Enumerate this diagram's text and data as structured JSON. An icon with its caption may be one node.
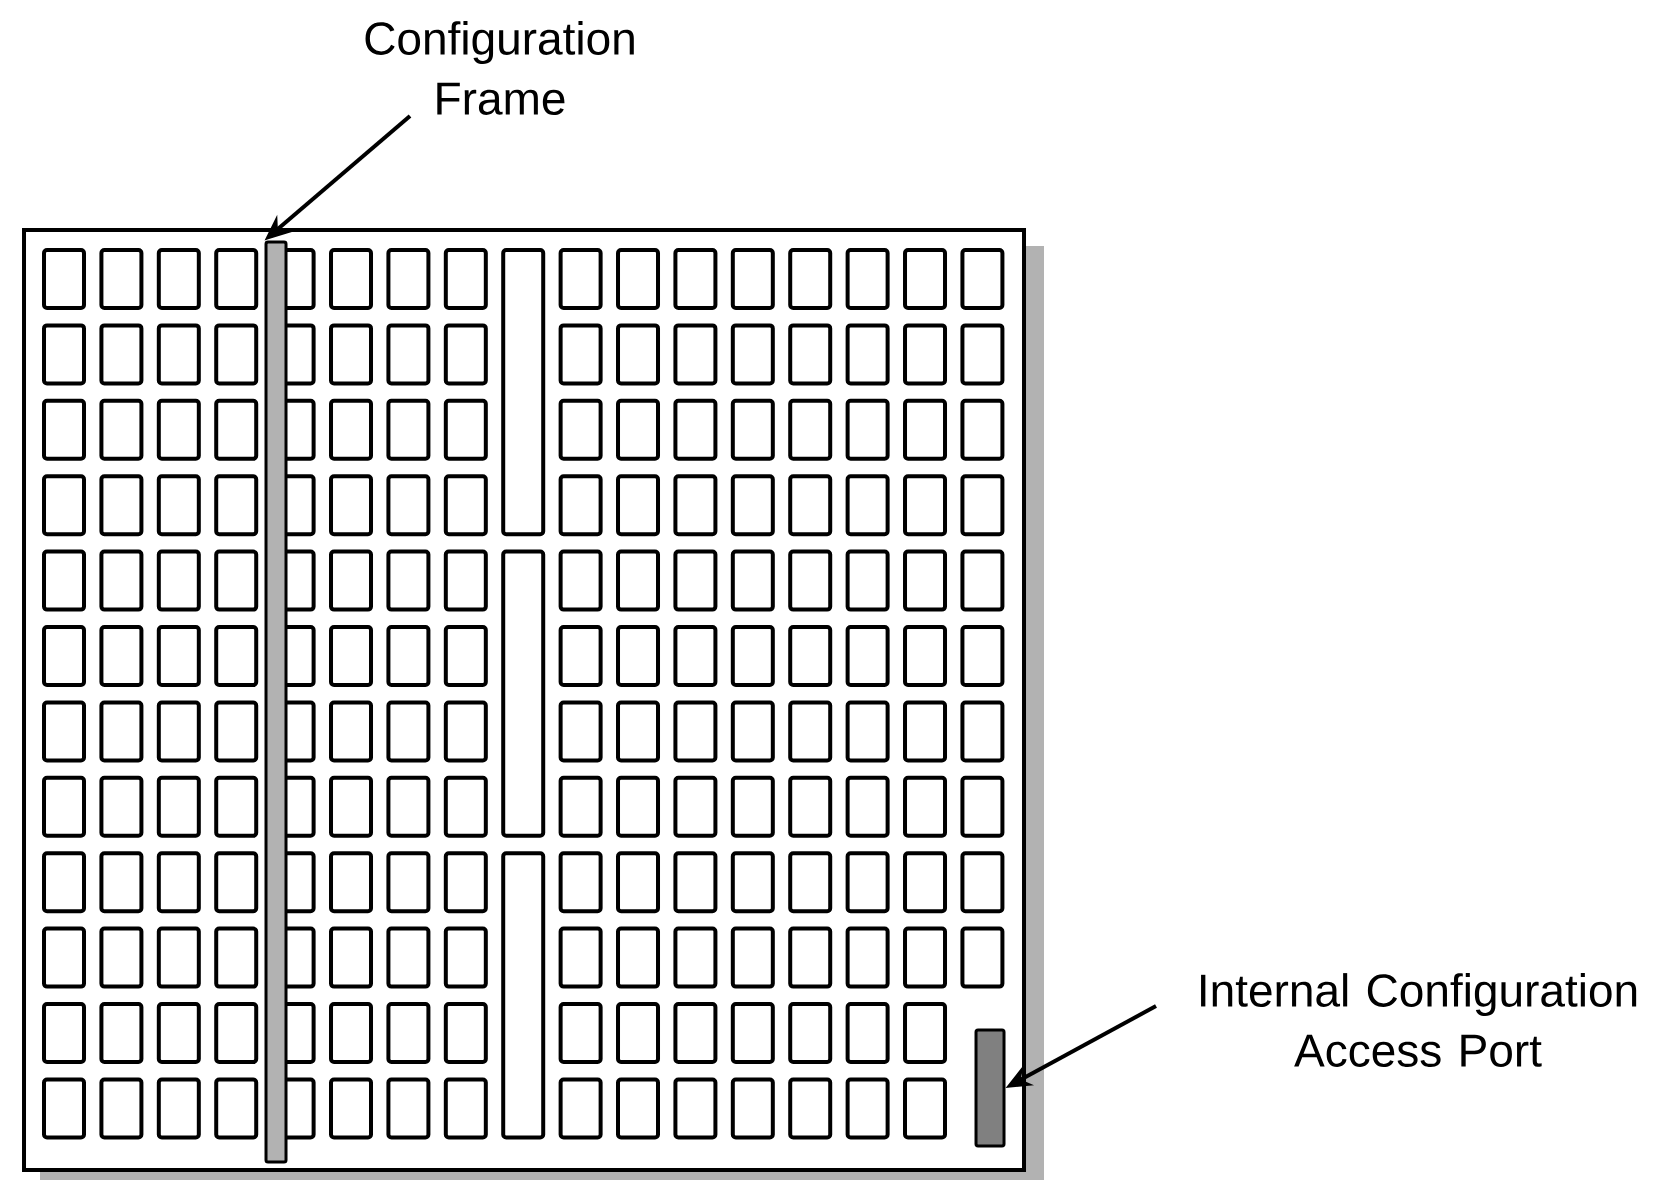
{
  "diagram": {
    "nodes": [
      {
        "text": [
          "Configuration Frame"
        ]
      },
      {
        "text": [],
        "shape": "bar"
      },
      {
        "text": [
          "Internal Configuration Access Port"
        ]
      },
      {
        "text": [],
        "shape": "bar"
      }
    ],
    "edges": [
      {
        "from": 0,
        "to": 1,
        "arrow": "to"
      },
      {
        "from": 2,
        "to": 3,
        "arrow": "to"
      }
    ]
  }
}
